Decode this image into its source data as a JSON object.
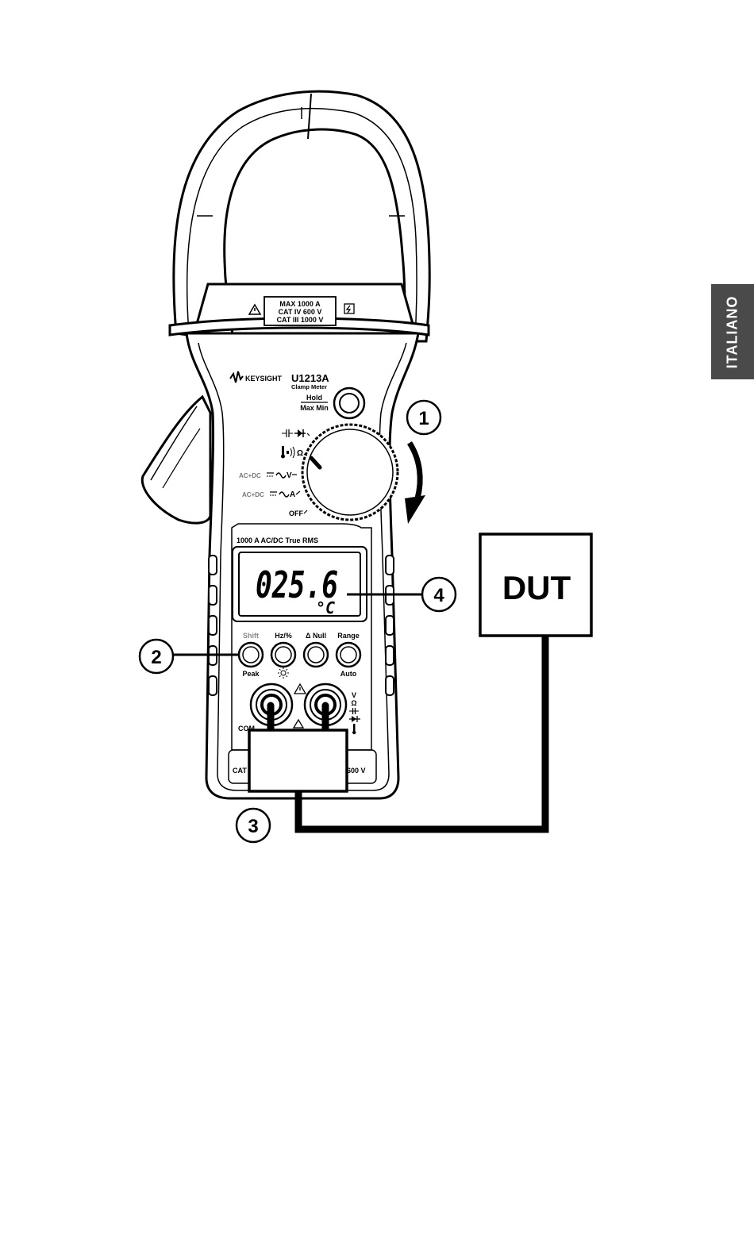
{
  "side_tab": {
    "label": "ITALIANO"
  },
  "meter": {
    "brand": "KEYSIGHT",
    "model": "U1213A",
    "model_subtitle": "Clamp Meter",
    "rating_line1": "MAX 1000 A",
    "rating_line2": "CAT IV 600 V",
    "rating_line3": "CAT III 1000 V",
    "hold_label": "Hold",
    "maxmin_label": "Max Min",
    "dial_ohm": "Ω",
    "dial_acdc_v": "AC+DC",
    "dial_v": "V",
    "dial_acdc_a": "AC+DC",
    "dial_a": "A",
    "dial_off": "OFF",
    "true_rms_label": "1000 A AC/DC True RMS",
    "display_value": "025.6",
    "display_unit": "°C",
    "btn1_top": "Shift",
    "btn1_bottom": "Peak",
    "btn2_top": "Hz/%",
    "btn3_top": "Δ Null",
    "btn4_top": "Range",
    "btn4_bottom": "Auto",
    "com_label": "COM",
    "term_v": "V",
    "term_ohm": "Ω",
    "cat_left": "CAT",
    "cat_right": "600 V"
  },
  "callouts": {
    "c1": "1",
    "c2": "2",
    "c3": "3",
    "c4": "4"
  },
  "dut": {
    "label": "DUT"
  }
}
